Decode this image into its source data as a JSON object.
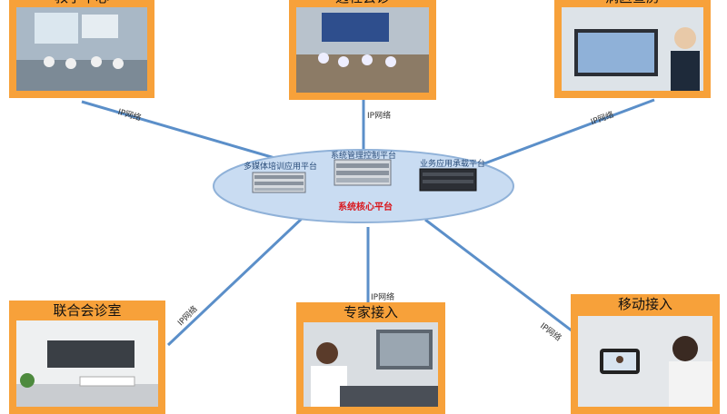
{
  "colors": {
    "node_border": "#f7a13a",
    "link": "#5b8fc9",
    "platform_fill": "#c9dcf2",
    "platform_stroke": "#8fb1d8",
    "core_text": "#d9151b"
  },
  "nodes": {
    "top_left": {
      "title": "教学中心",
      "icon": "classroom-photo"
    },
    "top_mid": {
      "title": "远程会诊",
      "icon": "meeting-room-photo"
    },
    "top_right": {
      "title": "病区查房",
      "icon": "video-conference-photo"
    },
    "bottom_left": {
      "title": "联合会诊室",
      "icon": "conference-room-photo"
    },
    "bottom_mid": {
      "title": "专家接入",
      "icon": "doctor-photo"
    },
    "bottom_right": {
      "title": "移动接入",
      "icon": "mobile-phone-photo"
    }
  },
  "links": {
    "label": "IP网络"
  },
  "platform": {
    "left_label": "多媒体培训应用平台",
    "mid_label": "系统管理控制平台",
    "right_label": "业务应用承载平台",
    "core_label": "系统核心平台",
    "server_icon": "server-rack-icon"
  }
}
